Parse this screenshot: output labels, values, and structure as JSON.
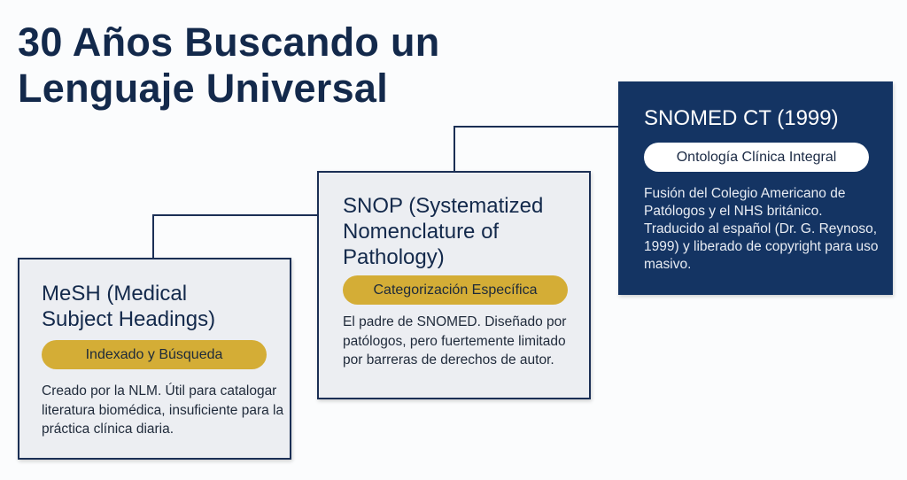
{
  "title": {
    "line1": "30 Años Buscando un",
    "line2": "Lenguaje Universal"
  },
  "cards": [
    {
      "heading": "MeSH (Medical Subject Headings)",
      "tag": "Indexado y Búsqueda",
      "body": "Creado por la NLM. Útil para catalogar literatura biomédica, insuficiente para la práctica clínica diaria."
    },
    {
      "heading": "SNOP (Systematized Nomenclature of Pathology)",
      "tag": "Categorización Específica",
      "body": "El padre de SNOMED. Diseñado por patólogos, pero fuertemente limitado por barreras de derechos de autor."
    },
    {
      "heading": "SNOMED CT (1999)",
      "tag": "Ontología Clínica Integral",
      "body": "Fusión del Colegio Americano de Patólogos y el NHS británico. Traducido al español (Dr. G. Reynoso, 1999) y liberado de copyright para uso masivo."
    }
  ],
  "colors": {
    "navy": "#143463",
    "gold": "#d4ad36",
    "card_bg": "#eceef2"
  }
}
